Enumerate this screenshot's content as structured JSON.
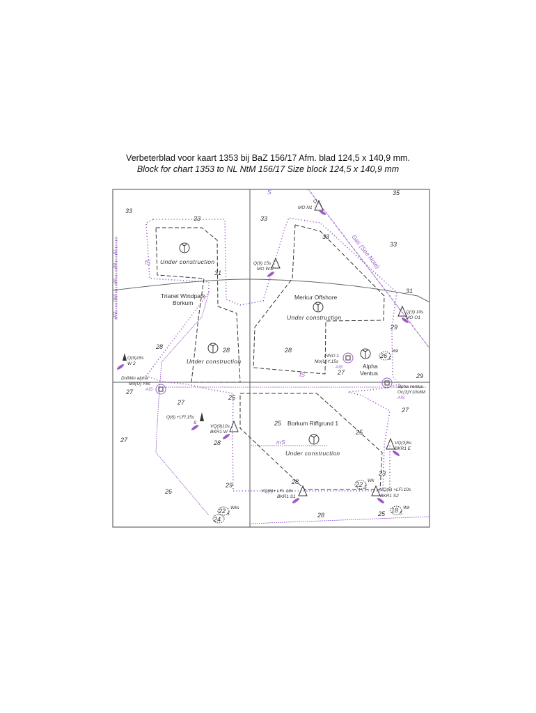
{
  "title": {
    "dutch": "Verbeterblad voor kaart 1353 bij BaZ 156/17 Afm. blad 124,5 x 140,9 mm.",
    "english": "Block for chart 1353 to NL NtM 156/17 Size block 124,5 x 140,9 mm"
  },
  "colors": {
    "purple": "#9a5cc4",
    "line": "#333333"
  },
  "areas": {
    "trianel": {
      "name1": "Trianel Windpark",
      "name2": "Borkum",
      "status": "Under construction"
    },
    "trianel2": {
      "status": "Under construction"
    },
    "merkur": {
      "name": "Merkur Offshore",
      "status": "Under construction"
    },
    "alpha": {
      "name1": "Alpha",
      "name2": "Ventus"
    },
    "riffgrund": {
      "name": "Borkum Riffgrund 1",
      "status": "Under construction"
    }
  },
  "gas_line": "Gas (See Note)",
  "seabed": {
    "s": "S",
    "fs1": "fS",
    "fs2": "fS",
    "ms": "mS"
  },
  "buoys": [
    {
      "light": "Q",
      "name": "MO N1"
    },
    {
      "light": "Q(9) 15s",
      "name": "MO W1"
    },
    {
      "light": "Q(3) 10s",
      "name": "MO O1"
    },
    {
      "light": "Q(9)15s",
      "name": "W 2"
    },
    {
      "light": "Q(6) +LFl.15s",
      "name": "S"
    },
    {
      "light": "VQ(9)10s",
      "name": "BKR1 W"
    },
    {
      "light": "VQ(3)5s",
      "name": "BKR1 E"
    },
    {
      "light": "VQ(6)+ LFl. 10s",
      "name": "BKR1 S1"
    },
    {
      "light": "VQ(6) +LFl.10s",
      "name": "BKR1 S2"
    }
  ],
  "platforms": [
    {
      "name": "DolWin alpha",
      "light": "Mo(U) Y8s",
      "ais": "AIS"
    },
    {
      "name": "FINO 1",
      "light": "Mo(U)Y.15s",
      "ais": "AIS"
    },
    {
      "name": "alpha ventus",
      "light": "Oc(3)Y10s6M",
      "ais": "AIS"
    }
  ],
  "wrecks": [
    {
      "depth": "26",
      "sub": "5",
      "label": "Wk"
    },
    {
      "depth": "22",
      "sub": "5",
      "label": "Wk"
    },
    {
      "depth": "22",
      "sub": "5",
      "label": "Wks"
    },
    {
      "depth": "24",
      "sub": "",
      "label": ""
    },
    {
      "depth": "18",
      "sub": "5",
      "label": "Wk"
    }
  ],
  "soundings": [
    "33",
    "33",
    "33",
    "35",
    "33",
    "33",
    "31",
    "31",
    "29",
    "28",
    "28",
    "28",
    "27",
    "29",
    "27",
    "27",
    "25",
    "27",
    "27",
    "28",
    "25",
    "25",
    "23",
    "28",
    "29",
    "26",
    "28",
    "25"
  ],
  "scale_ticks": [
    "70",
    "80",
    "90",
    "100",
    "110"
  ]
}
